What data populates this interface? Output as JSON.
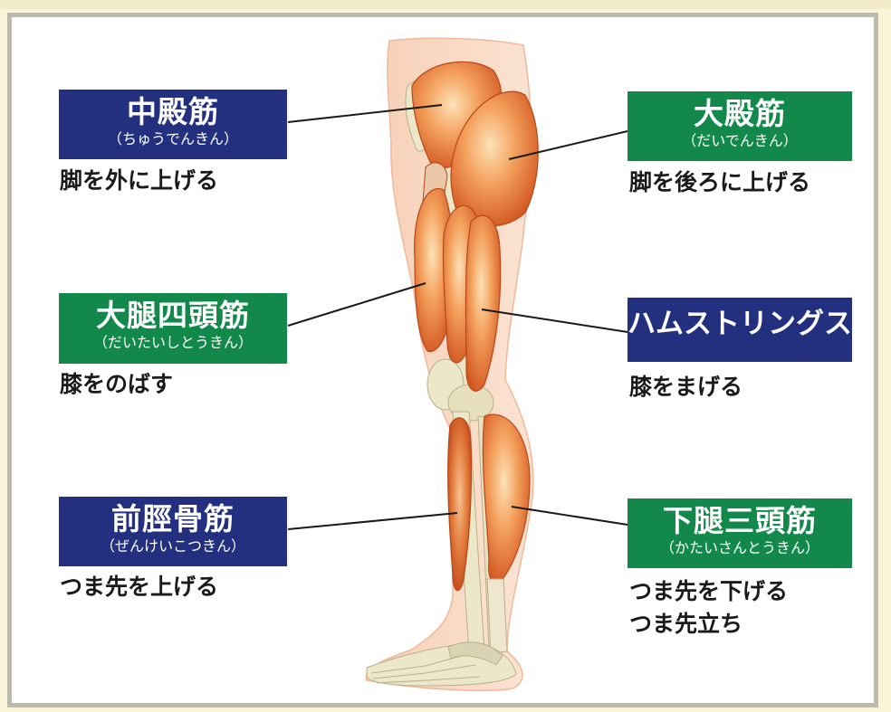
{
  "muscles": {
    "gluteus_medius": {
      "name": "中殿筋",
      "reading": "（ちゅうでんきん）",
      "function": "脚を外に上げる",
      "color": "#233080"
    },
    "gluteus_maximus": {
      "name": "大殿筋",
      "reading": "（だいでんきん）",
      "function": "脚を後ろに上げる",
      "color": "#12894b"
    },
    "quadriceps": {
      "name": "大腿四頭筋",
      "reading": "（だいたいしとうきん）",
      "function": "膝をのばす",
      "color": "#12894b"
    },
    "hamstrings": {
      "name": "ハムストリングス",
      "function": "膝をまげる",
      "color": "#233080"
    },
    "tibialis_anterior": {
      "name": "前脛骨筋",
      "reading": "（ぜんけいこつきん）",
      "function": "つま先を上げる",
      "color": "#233080"
    },
    "triceps_surae": {
      "name": "下腿三頭筋",
      "reading": "（かたいさんとうきん）",
      "function_line1": "つま先を下げる",
      "function_line2": "つま先立ち",
      "color": "#12894b"
    }
  },
  "illustration": {
    "subject": "leg-muscles-side-view"
  }
}
